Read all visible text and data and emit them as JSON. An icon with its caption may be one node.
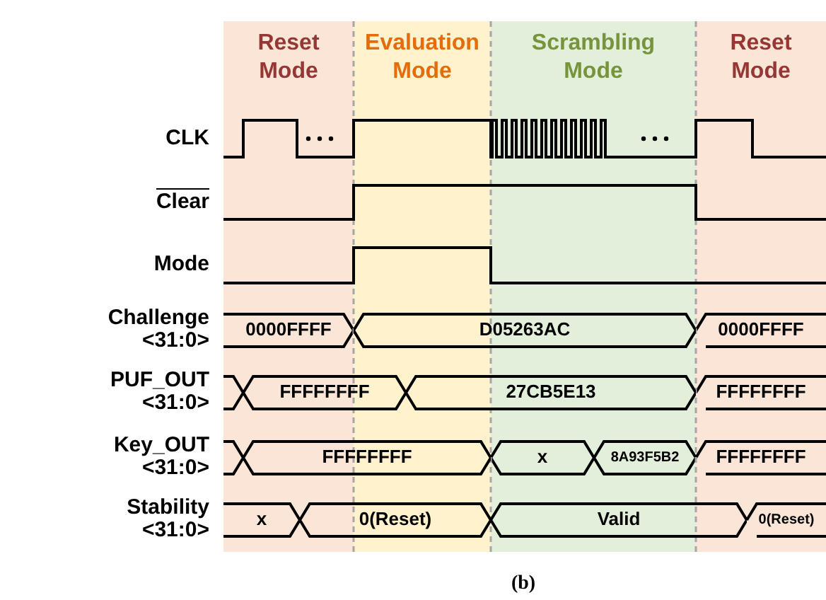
{
  "diagram": {
    "caption": "(b)",
    "nodes": [
      {
        "text": [
          "Reset Mode"
        ]
      },
      {
        "text": [
          "Evaluation Mode"
        ]
      },
      {
        "text": [
          "Scrambling Mode"
        ]
      },
      {
        "text": [
          "Reset Mode"
        ]
      },
      {
        "text": [
          "0000FFFF"
        ],
        "in": 0
      },
      {
        "text": [
          "D05263AC"
        ]
      },
      {
        "text": [
          "0000FFFF"
        ],
        "in": 3
      },
      {
        "text": [],
        "shape": "hexagon",
        "in": 0
      },
      {
        "text": [
          "FFFFFFFF"
        ]
      },
      {
        "text": [
          "27CB5E13"
        ]
      },
      {
        "text": [
          "FFFFFFFF"
        ],
        "in": 3
      },
      {
        "text": [],
        "shape": "hexagon",
        "in": 0
      },
      {
        "text": [
          "FFFFFFFF"
        ]
      },
      {
        "text": [
          "x"
        ],
        "in": 2
      },
      {
        "text": [
          "8A93F5B2"
        ],
        "in": 2
      },
      {
        "text": [
          "FFFFFFFF"
        ],
        "in": 3
      },
      {
        "text": [
          "x"
        ],
        "in": 0
      },
      {
        "text": [
          "0(Reset)"
        ]
      },
      {
        "text": [
          "Valid"
        ]
      },
      {
        "text": [
          "0(Reset)"
        ],
        "in": 3
      }
    ],
    "labels": [
      "CLK",
      "Clear",
      "Mode",
      "Challenge <31:0>",
      "PUF_OUT <31:0>",
      "Key_OUT <31:0>",
      "Stability <31:0>"
    ]
  }
}
